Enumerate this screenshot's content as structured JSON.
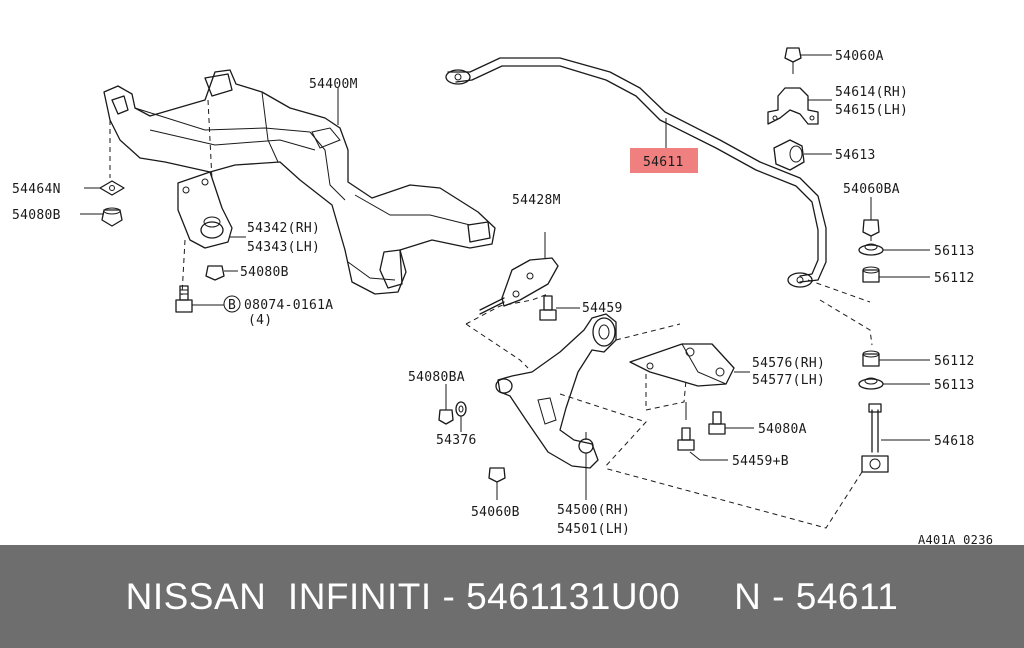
{
  "diagram": {
    "labels": {
      "p54400M": "54400M",
      "p54464N": "54464N",
      "p54080B_1": "54080B",
      "p54342": "54342(RH)",
      "p54343": "54343(LH)",
      "p54080B_2": "54080B",
      "p08074": "08074-0161A",
      "p08074_qty": "(4)",
      "bolt_marker": "B",
      "p54428M": "54428M",
      "p54459": "54459",
      "p54080BA_1": "54080BA",
      "p54376": "54376",
      "p54060B": "54060B",
      "p54500": "54500(RH)",
      "p54501": "54501(LH)",
      "p54576": "54576(RH)",
      "p54577": "54577(LH)",
      "p54080A_2": "54080A",
      "p54459B": "54459+B",
      "p54611": "54611",
      "p54060A": "54060A",
      "p54614": "54614(RH)",
      "p54615": "54615(LH)",
      "p54613": "54613",
      "p54060BA": "54060BA",
      "p56113_1": "56113",
      "p56112_1": "56112",
      "p56112_2": "56112",
      "p56113_2": "56113",
      "p54618": "54618",
      "ref_code": "A401A 0236"
    },
    "highlight_color": "#f08080"
  },
  "footer": {
    "text": "NISSAN  INFINITI - 5461131U00     N - 54611",
    "background": "#6e6e6e",
    "text_color": "#ffffff"
  }
}
